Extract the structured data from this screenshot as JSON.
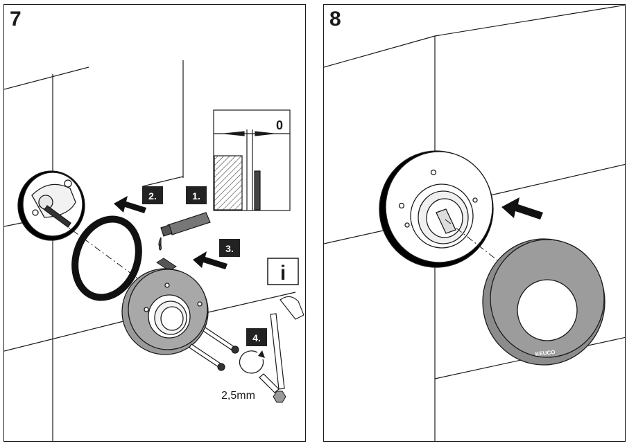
{
  "panels": [
    {
      "number": "7",
      "badges": [
        "1.",
        "2.",
        "3.",
        "4."
      ],
      "detail_gap": "0",
      "info_icon_glyph": "i",
      "tool_size": "2,5mm"
    },
    {
      "number": "8",
      "brand_mark": "KEUCO"
    }
  ],
  "colors": {
    "ink": "#1a1a1a",
    "badge_bg": "#222222",
    "cover_grey": "#8c8c8c",
    "plate_grey": "#9a9a9a"
  }
}
